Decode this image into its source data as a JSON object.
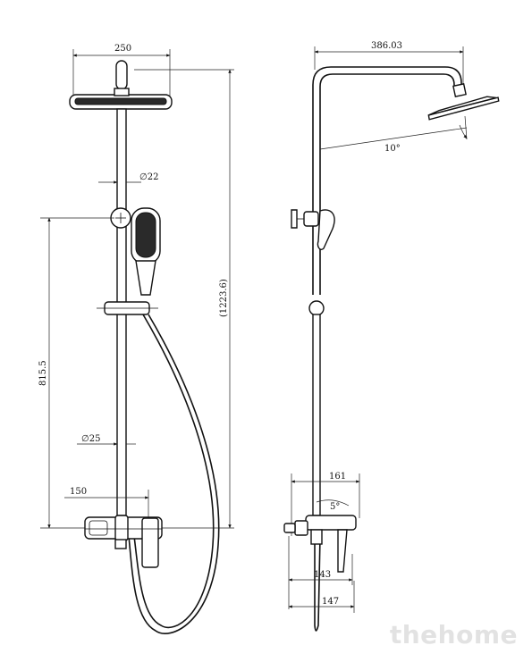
{
  "dimensions": {
    "front": {
      "head_width": "250",
      "rod_diameter": "∅22",
      "total_height": "(1223.6)",
      "holder_height": "815.5",
      "base_diameter": "∅25",
      "body_offset": "150"
    },
    "side": {
      "reach": "386.03",
      "angle": "10°",
      "spout_depth": "161",
      "lever_angle": "5°",
      "wall_offset_a": "143",
      "wall_offset_b": "147"
    }
  },
  "watermark": "thehome"
}
